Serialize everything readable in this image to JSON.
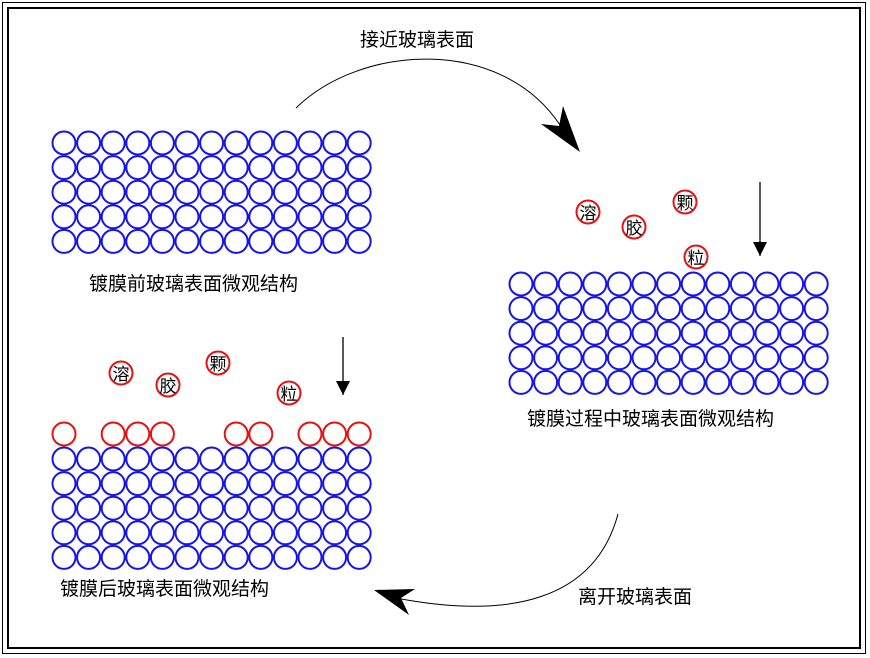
{
  "labels": {
    "approach": "接近玻璃表面",
    "leave": "离开玻璃表面",
    "before": "镀膜前玻璃表面微观结构",
    "during": "镀膜过程中玻璃表面微观结构",
    "after": "镀膜后玻璃表面微观结构"
  },
  "particles": [
    "溶",
    "胶",
    "颗",
    "粒"
  ],
  "colors": {
    "glass": "#1515e6",
    "sol": "#e41212",
    "line": "#000000"
  },
  "glass_grid": {
    "rows": 5,
    "cols": 13
  },
  "deposited_pattern": [
    1,
    0,
    1,
    1,
    1,
    0,
    0,
    1,
    1,
    0,
    1,
    1,
    1
  ]
}
